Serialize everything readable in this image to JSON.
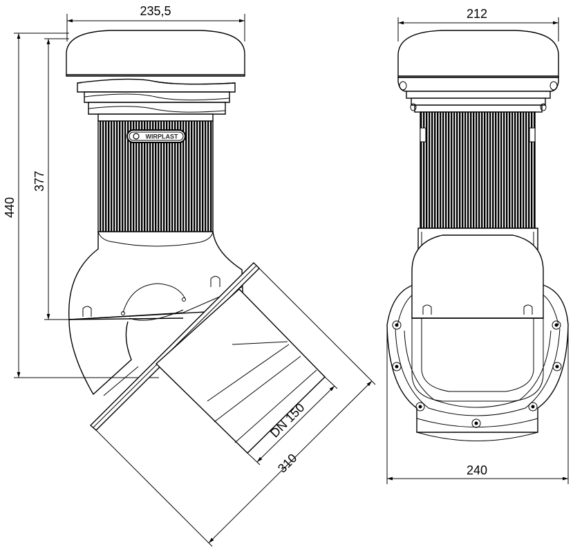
{
  "dimensions": {
    "top_width_side": "235,5",
    "top_width_front": "212",
    "height_total": "440",
    "height_body": "377",
    "length_outlet": "310",
    "pipe_size": "DN 150",
    "base_width": "240"
  },
  "brand": {
    "logo_text": "WIRPLAST"
  },
  "colors": {
    "line": "#000000",
    "background": "#ffffff"
  }
}
